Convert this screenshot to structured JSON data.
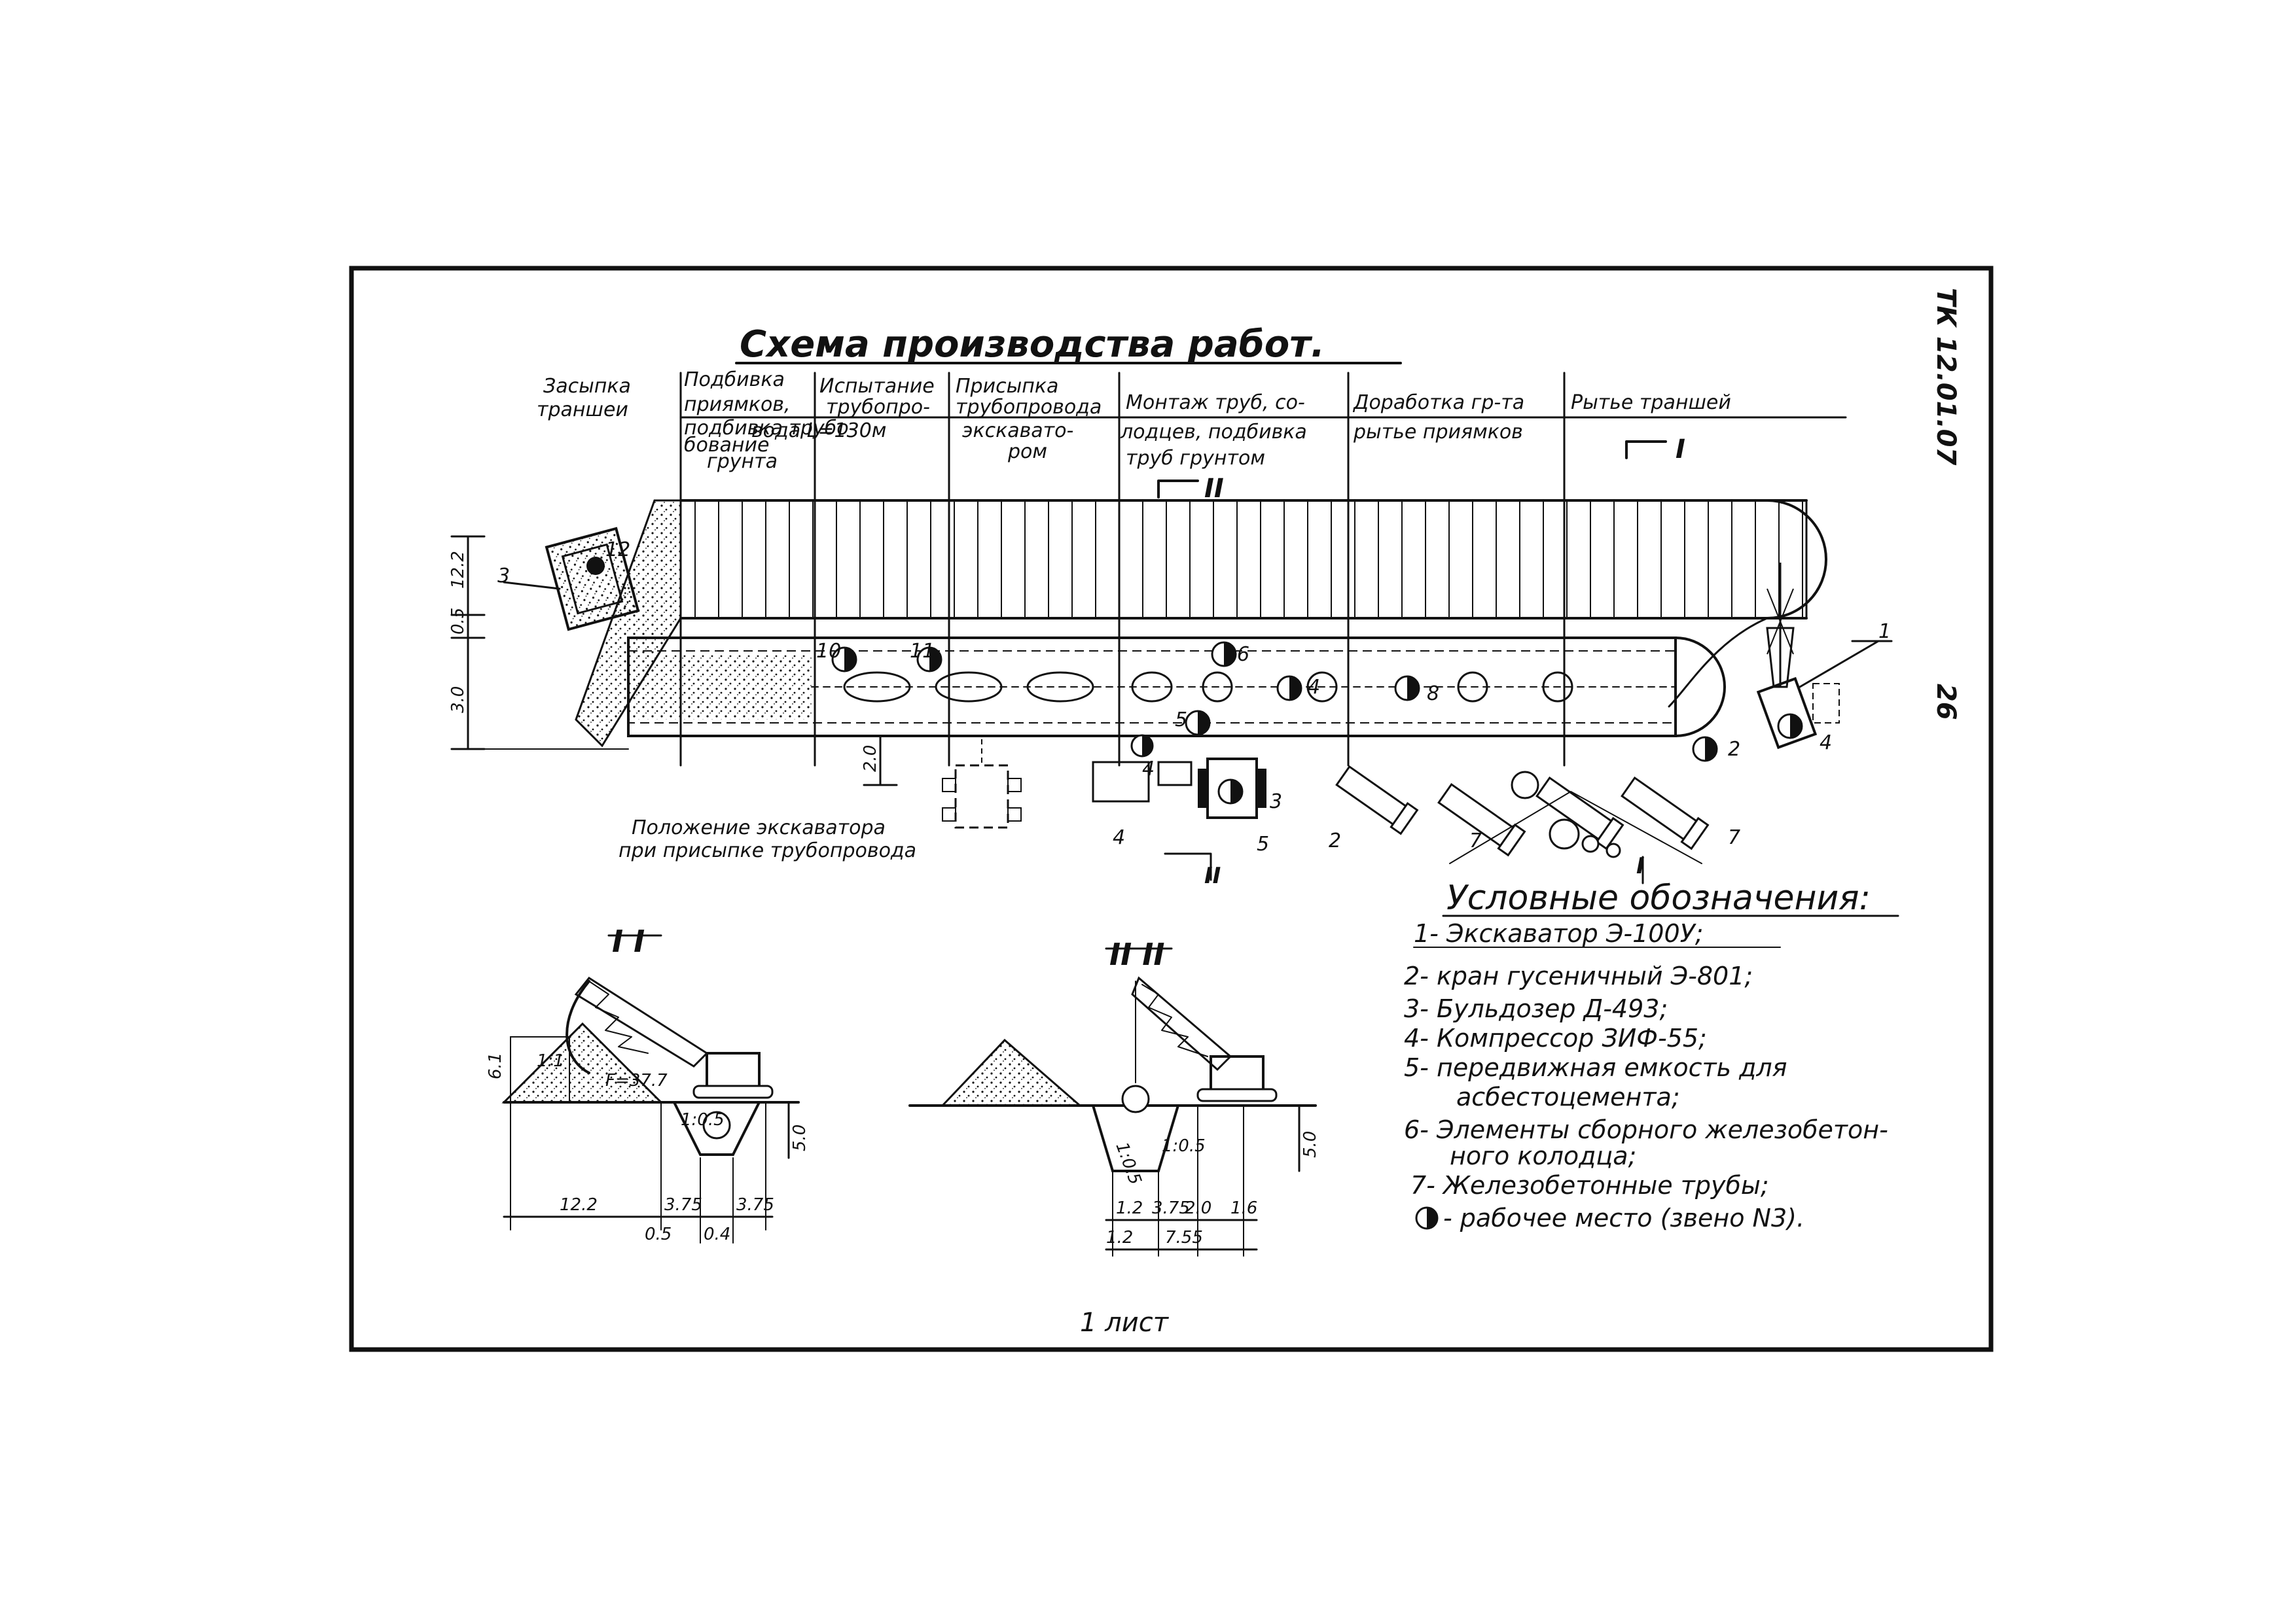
{
  "document": {
    "title": "Схема производства работ.",
    "side_code": "ТК 12.01.07",
    "page_number": "26",
    "footer": "1 лист"
  },
  "stages": [
    {
      "lines": [
        "Засыпка",
        "траншеи"
      ]
    },
    {
      "lines": [
        "Подбивка",
        "приямков,",
        "подбивка трубо-",
        "бование",
        "грунта"
      ]
    },
    {
      "lines": [
        "Испытание",
        "трубопро-",
        "вода L=130м"
      ]
    },
    {
      "lines": [
        "Присыпка",
        "трубопровода",
        "экскавато-",
        "ром"
      ]
    },
    {
      "lines": [
        "Монтаж труб, со-",
        "лодцев, подбивка",
        "труб грунтом"
      ]
    },
    {
      "lines": [
        "Доработка гр-та",
        "рытье приямков"
      ]
    },
    {
      "lines": [
        "Рытье траншей"
      ]
    }
  ],
  "plan": {
    "left_dims": [
      "12.2",
      "0.5",
      "3.0"
    ],
    "excavator_note": [
      "Положение экскаватора",
      "при присыпке трубопровода"
    ],
    "dim_2_0": "2.0",
    "section_marks": [
      "I",
      "II"
    ],
    "numbers": [
      "1",
      "2",
      "3",
      "4",
      "5",
      "6",
      "7",
      "8",
      "10",
      "11",
      "12"
    ]
  },
  "section_1": {
    "label": "I I",
    "dims": [
      "12.2",
      "0.5",
      "3.75",
      "3.75",
      "0.4",
      "5.0",
      "6.1"
    ],
    "area": "F=37.7",
    "ratios": [
      "1:1",
      "1:0.5"
    ]
  },
  "section_2": {
    "label": "II II",
    "dims": [
      "1.2",
      "3.75",
      "2.0",
      "1.6",
      "1.2",
      "7.55",
      "5.0"
    ],
    "ratios": [
      "1:0.5",
      "1:0.5"
    ]
  },
  "legend": {
    "title": "Условные обозначения:",
    "items": [
      "1- Экскаватор Э-100У;",
      "2- кран гусеничный Э-801;",
      "3- Бульдозер Д-493;",
      "4- Компрессор ЗИФ-55;",
      "5- передвижная емкость для",
      "асбестоцемента;",
      "6- Элементы сборного железобетон-",
      "ного колодца;",
      "7- Железобетонные трубы;",
      "- рабочее место (звено N3)."
    ]
  }
}
